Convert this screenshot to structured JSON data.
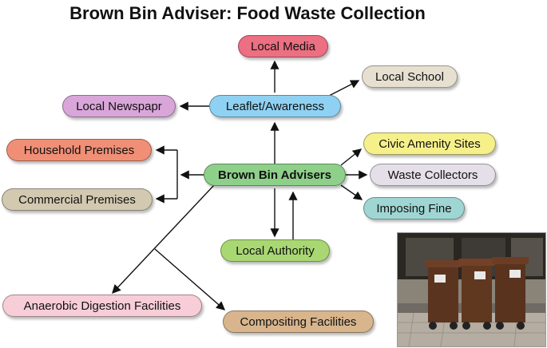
{
  "title": "Brown Bin Adviser: Food Waste Collection",
  "nodes": {
    "local_media": "Local Media",
    "local_school": "Local School",
    "local_newspapr": "Local Newspapr",
    "leaflet": "Leaflet/Awareness",
    "household": "Household Premises",
    "civic": "Civic Amenity Sites",
    "brown_bin": "Brown Bin Advisers",
    "waste_collectors": "Waste Collectors",
    "commercial": "Commercial Premises",
    "imposing_fine": "Imposing Fine",
    "local_authority": "Local Authority",
    "anaerobic": "Anaerobic Digestion Facilities",
    "compositing": "Compositing Facilities"
  },
  "colors": {
    "local_media": "#ec6f82",
    "local_school": "#e7e0d0",
    "local_newspapr": "#d9a6d9",
    "leaflet": "#8fd1f2",
    "household": "#f08f76",
    "civic": "#f6f08a",
    "brown_bin": "#8ed08a",
    "waste_collectors": "#e4dfe8",
    "commercial": "#d2c9b0",
    "imposing_fine": "#9fd6d3",
    "local_authority": "#a9d873",
    "anaerobic": "#f7cdd8",
    "compositing": "#d8b58c"
  },
  "photo_subject": "brown-food-waste-bins"
}
